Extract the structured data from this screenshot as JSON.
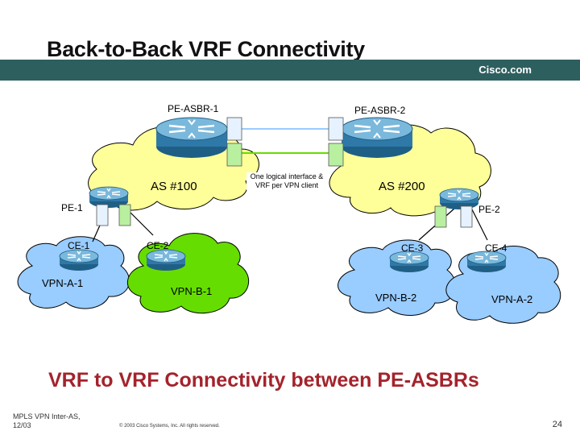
{
  "slide": {
    "title": "Back-to-Back VRF Connectivity",
    "brand": "Cisco.com",
    "subtitle": "VRF to VRF Connectivity between PE-ASBRs",
    "note": "One logical interface & VRF per VPN client",
    "footer_left_line1": "MPLS VPN Inter-AS,",
    "footer_left_line2": "12/03",
    "footer_center": "© 2003 Cisco Systems, Inc. All rights reserved.",
    "page_number": "24"
  },
  "labels": {
    "pe_asbr_1": "PE-ASBR-1",
    "pe_asbr_2": "PE-ASBR-2",
    "as_100": "AS #100",
    "as_200": "AS #200",
    "pe_1": "PE-1",
    "pe_2": "PE-2",
    "ce_1": "CE-1",
    "ce_2": "CE-2",
    "ce_3": "CE-3",
    "ce_4": "CE-4",
    "vpn_a_1": "VPN-A-1",
    "vpn_b_1": "VPN-B-1",
    "vpn_b_2": "VPN-B-2",
    "vpn_a_2": "VPN-A-2"
  },
  "colors": {
    "as_cloud": "#ffff99",
    "vpn_a_cloud": "#99ccff",
    "vpn_b_cloud": "#66dd00",
    "router": "#4a90b8",
    "vrf_box_top": "#e6f2ff",
    "vrf_box_bottom": "#b8f0a0",
    "header_bar": "#2e5f5f",
    "subtitle": "#a4232c"
  }
}
